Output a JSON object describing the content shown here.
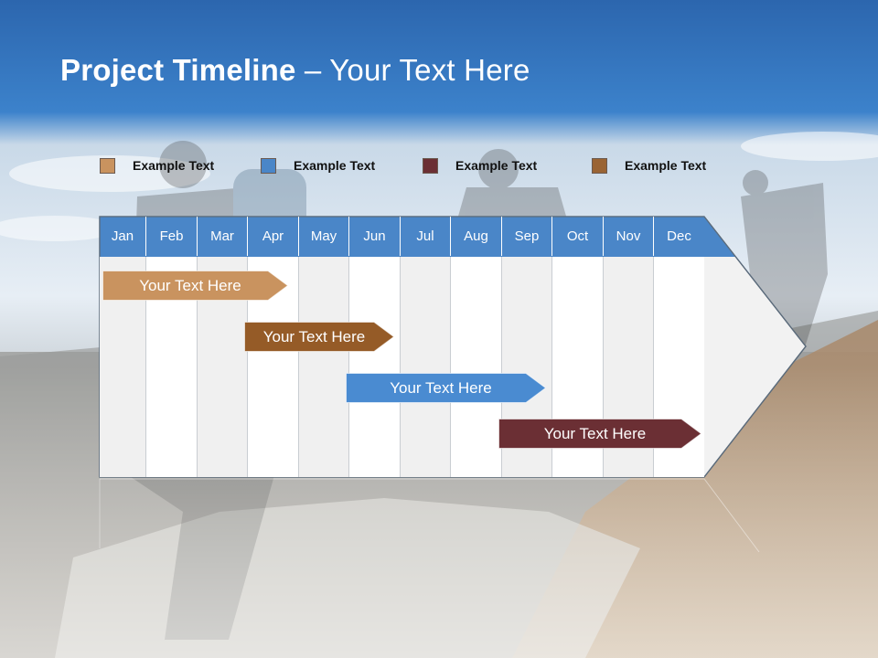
{
  "title": {
    "bold": "Project Timeline",
    "rest": " – Your Text Here"
  },
  "legend": [
    {
      "label": "Example Text",
      "color": "#c9935f"
    },
    {
      "label": "Example Text",
      "color": "#4a86c8"
    },
    {
      "label": "Example Text",
      "color": "#6b2f34"
    },
    {
      "label": "Example Text",
      "color": "#9a6434"
    }
  ],
  "months": [
    "Jan",
    "Feb",
    "Mar",
    "Apr",
    "May",
    "Jun",
    "Jul",
    "Aug",
    "Sep",
    "Oct",
    "Nov",
    "Dec"
  ],
  "tasks": [
    {
      "label": "Your  Text Here",
      "color": "#c9935f",
      "start_month": 0.05,
      "end_month": 3.8
    },
    {
      "label": "Your  Text Here",
      "color": "#955b27",
      "start_month": 2.95,
      "end_month": 5.9
    },
    {
      "label": "Your  Text Here",
      "color": "#4a8bd1",
      "start_month": 4.95,
      "end_month": 8.9
    },
    {
      "label": "Your  Text Here",
      "color": "#6b2f34",
      "start_month": 7.95,
      "end_month": 11.95
    }
  ]
}
